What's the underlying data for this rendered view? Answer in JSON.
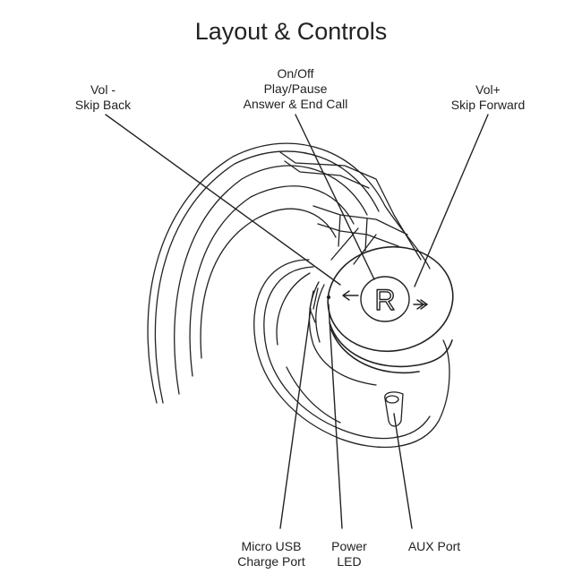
{
  "title": "Layout & Controls",
  "callouts": {
    "vol_minus": {
      "lines": [
        "Vol -",
        "Skip Back"
      ]
    },
    "center": {
      "lines": [
        "On/Off",
        "Play/Pause",
        "Answer & End Call"
      ]
    },
    "vol_plus": {
      "lines": [
        "Vol+",
        "Skip Forward"
      ]
    },
    "micro_usb": {
      "lines": [
        "Micro USB",
        "Charge Port"
      ]
    },
    "power_led": {
      "lines": [
        "Power",
        "LED"
      ]
    },
    "aux": {
      "lines": [
        "AUX Port"
      ]
    }
  },
  "button_logo": "R",
  "colors": {
    "ink": "#222222",
    "background": "#ffffff"
  }
}
